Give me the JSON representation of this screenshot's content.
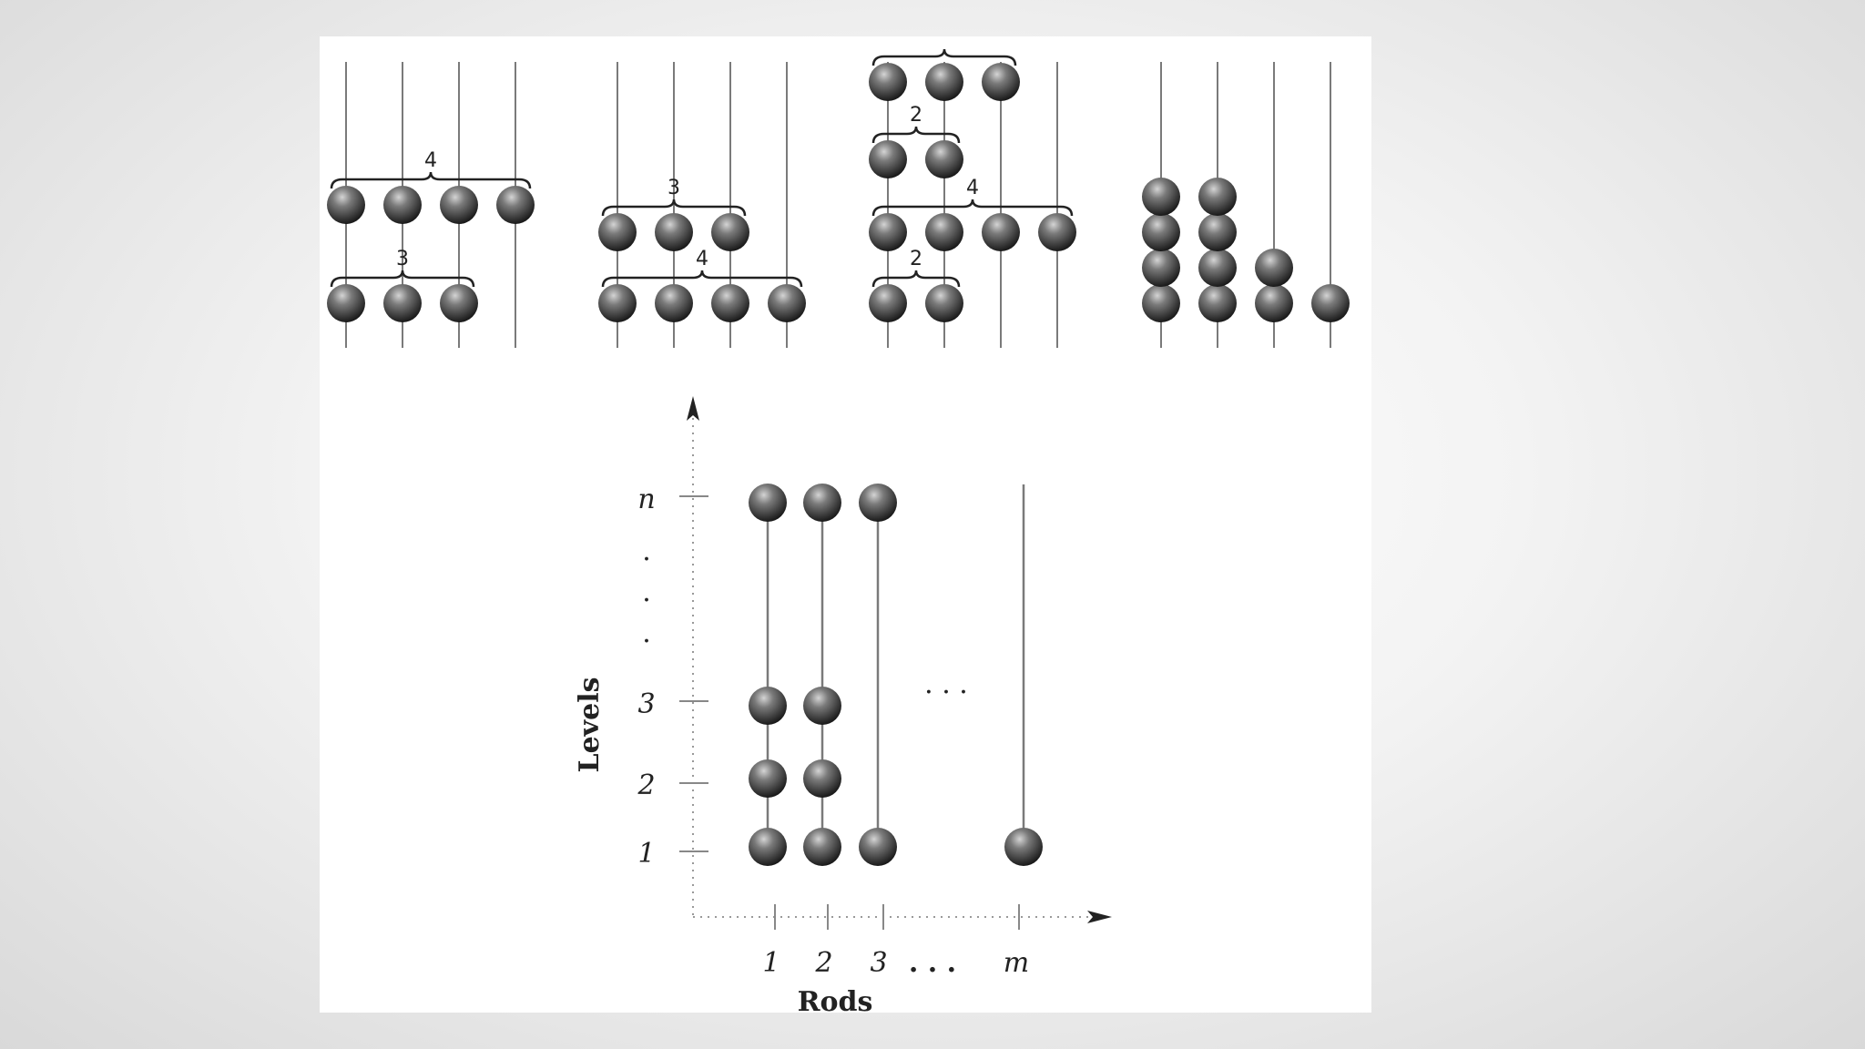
{
  "top_panels": [
    {
      "rods": 4,
      "levels": [
        4,
        3
      ],
      "braces": [
        {
          "label": "4",
          "level": 0,
          "span": 4
        },
        {
          "label": "3",
          "level": 1,
          "span": 3
        }
      ]
    },
    {
      "rods": 4,
      "levels": [
        3,
        4
      ],
      "braces": [
        {
          "label": "3",
          "level": 0,
          "span": 3
        },
        {
          "label": "4",
          "level": 1,
          "span": 4
        }
      ]
    },
    {
      "rods": 4,
      "levels": [
        3,
        2,
        4,
        2
      ],
      "braces": [
        {
          "label": "",
          "level": 0,
          "span": 3
        },
        {
          "label": "2",
          "level": 1,
          "span": 2
        },
        {
          "label": "4",
          "level": 2,
          "span": 4
        },
        {
          "label": "2",
          "level": 3,
          "span": 2
        }
      ]
    },
    {
      "rods": 4,
      "stack_heights": [
        4,
        4,
        2,
        1
      ]
    }
  ],
  "bottom_chart": {
    "x_axis_label": "Rods",
    "y_axis_label": "Levels",
    "x_ticks": [
      "1",
      "2",
      "3",
      "m"
    ],
    "x_ellipsis": ". . .",
    "y_ticks": [
      "1",
      "2",
      "3",
      "n"
    ],
    "y_ellipsis": "·",
    "mid_ellipsis": "· · ·",
    "rod_heights": [
      {
        "rod": "1",
        "levels": [
          "1",
          "2",
          "3",
          "n"
        ]
      },
      {
        "rod": "2",
        "levels": [
          "1",
          "2",
          "3",
          "n"
        ]
      },
      {
        "rod": "3",
        "levels": [
          "1",
          "n"
        ]
      },
      {
        "rod": "m",
        "levels": [
          "1"
        ]
      }
    ]
  },
  "colors": {
    "bead_highlight": "#c8c8c8",
    "bead_mid": "#6e6e6e",
    "bead_dark": "#1e1e1e",
    "rod": "#7a7a7a",
    "axis": "#888888"
  }
}
